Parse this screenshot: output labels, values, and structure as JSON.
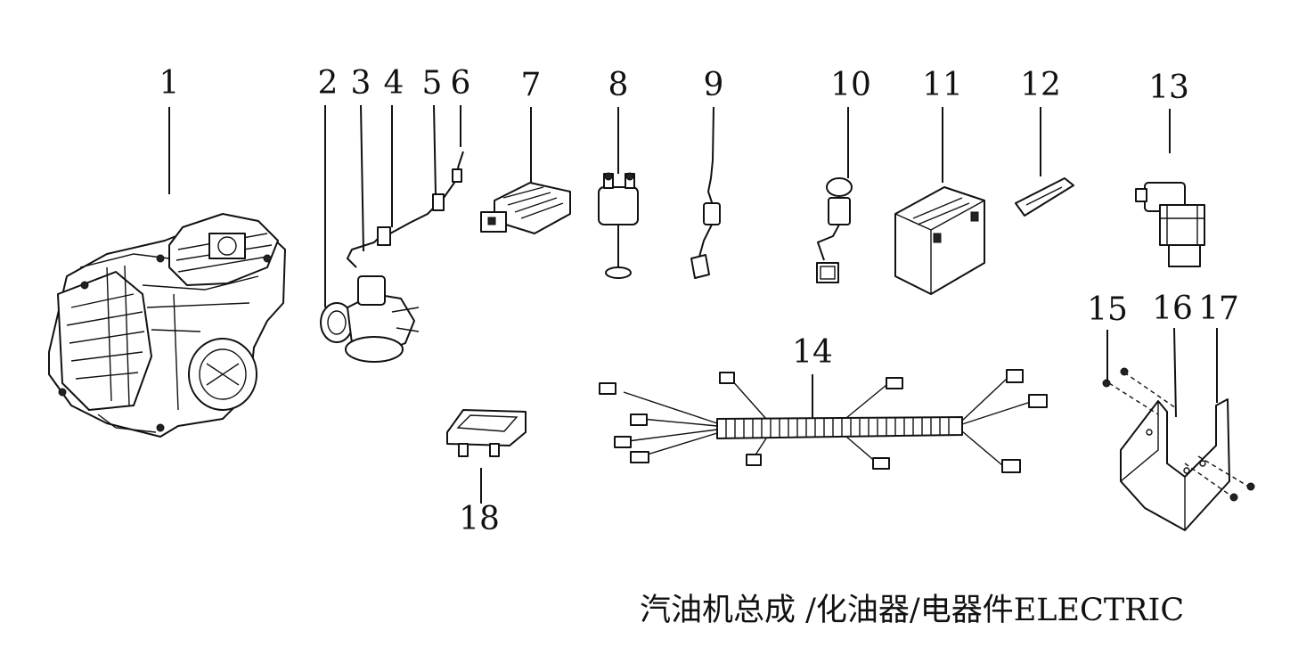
{
  "labels": [
    "1",
    "2",
    "3",
    "4",
    "5",
    "6",
    "7",
    "8",
    "9",
    "10",
    "11",
    "12",
    "13",
    "14",
    "15",
    "16",
    "17",
    "18"
  ],
  "caption": "汽油机总成 /化油器/电器件ELECTRIC"
}
